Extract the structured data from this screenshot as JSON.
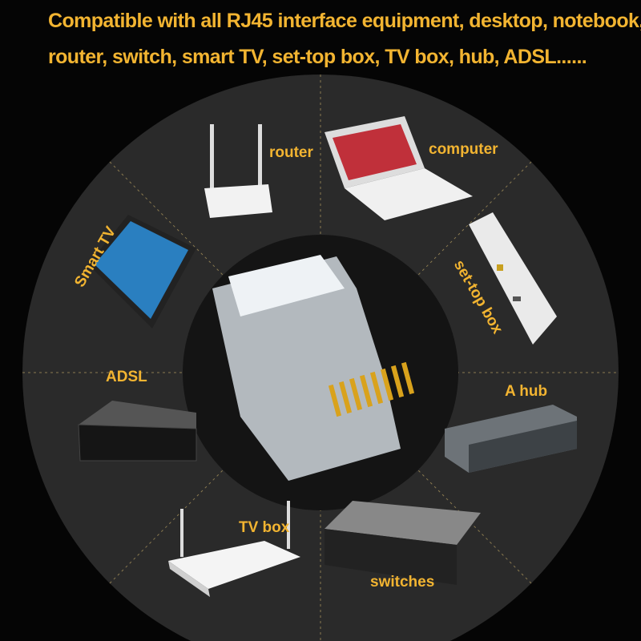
{
  "headline": {
    "line1": "Compatible with all RJ45 interface equipment, desktop, notebook,",
    "line2": "router, switch, smart TV, set-top box, TV box, hub, ADSL......"
  },
  "devices": [
    {
      "label": "router",
      "icon": "router-icon"
    },
    {
      "label": "computer",
      "icon": "laptop-icon"
    },
    {
      "label": "set-top box",
      "icon": "set-top-box-icon"
    },
    {
      "label": "A hub",
      "icon": "hub-icon"
    },
    {
      "label": "switches",
      "icon": "switch-icon"
    },
    {
      "label": "TV box",
      "icon": "tv-box-icon"
    },
    {
      "label": "ADSL",
      "icon": "adsl-modem-icon"
    },
    {
      "label": "Smart TV",
      "icon": "smart-tv-icon"
    }
  ],
  "colors": {
    "text": "#f2b431",
    "background": "#050505",
    "ring": "#2a2a2a",
    "inner": "#141414"
  }
}
